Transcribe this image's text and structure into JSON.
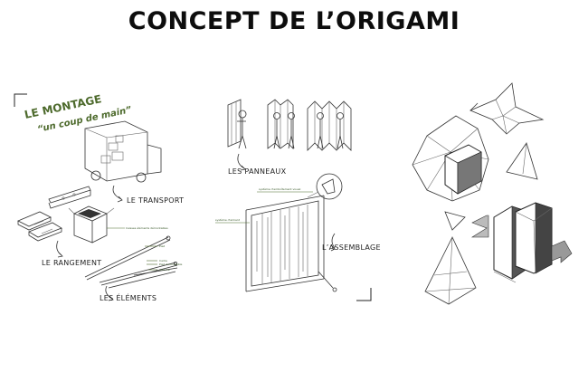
{
  "title": "CONCEPT DE L’ORIGAMI",
  "montage": {
    "line1": "LE MONTAGE",
    "line2": "“un coup de main”"
  },
  "labels": {
    "transport": "LE TRANSPORT",
    "rangement": "LE RANGEMENT",
    "elements": "LES ÉLÉMENTS",
    "panneaux": "LES PANNEAUX",
    "assemblage": "L’ASSEMBLAGE"
  },
  "tiny_labels": {
    "box": "Caisses éléments démontables",
    "rod1": "Pied",
    "rod2": "Cadre",
    "rod3": "Pied demontable",
    "rod4": "Attache",
    "hook": "système d'emboîtement visuel",
    "corner": "système d'aimant"
  },
  "colors": {
    "accent": "#4d6a2c",
    "line": "#333333"
  }
}
